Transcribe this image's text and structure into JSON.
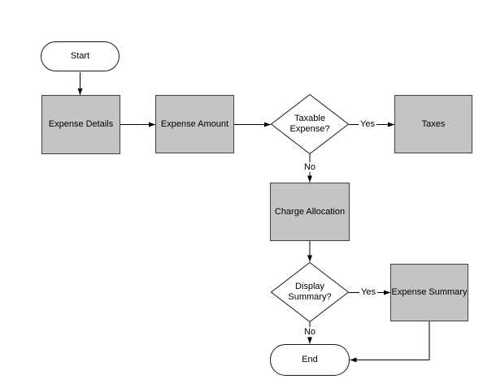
{
  "diagram": {
    "type": "flowchart",
    "nodes": [
      {
        "id": "start",
        "shape": "terminator",
        "label": "Start"
      },
      {
        "id": "expense-details",
        "shape": "process",
        "label": "Expense Details"
      },
      {
        "id": "expense-amount",
        "shape": "process",
        "label": "Expense Amount"
      },
      {
        "id": "taxable-expense",
        "shape": "decision",
        "label": "Taxable Expense?"
      },
      {
        "id": "taxes",
        "shape": "process",
        "label": "Taxes"
      },
      {
        "id": "charge-allocation",
        "shape": "process",
        "label": "Charge Allocation"
      },
      {
        "id": "display-summary",
        "shape": "decision",
        "label": "Display Summary?"
      },
      {
        "id": "expense-summary",
        "shape": "process",
        "label": "Expense Summary"
      },
      {
        "id": "end",
        "shape": "terminator",
        "label": "End"
      }
    ],
    "edges": [
      {
        "from": "start",
        "to": "expense-details",
        "label": ""
      },
      {
        "from": "expense-details",
        "to": "expense-amount",
        "label": ""
      },
      {
        "from": "expense-amount",
        "to": "taxable-expense",
        "label": ""
      },
      {
        "from": "taxable-expense",
        "to": "taxes",
        "label": "Yes"
      },
      {
        "from": "taxable-expense",
        "to": "charge-allocation",
        "label": "No"
      },
      {
        "from": "charge-allocation",
        "to": "display-summary",
        "label": ""
      },
      {
        "from": "display-summary",
        "to": "expense-summary",
        "label": "Yes"
      },
      {
        "from": "display-summary",
        "to": "end",
        "label": "No"
      },
      {
        "from": "expense-summary",
        "to": "end",
        "label": ""
      }
    ],
    "colors": {
      "background": "#ffffff",
      "process_fill": "#c4c4c4",
      "process_border": "#424242",
      "terminator_fill": "#ffffff",
      "shape_outline": "#1a1a1a",
      "line": "#000000"
    }
  }
}
